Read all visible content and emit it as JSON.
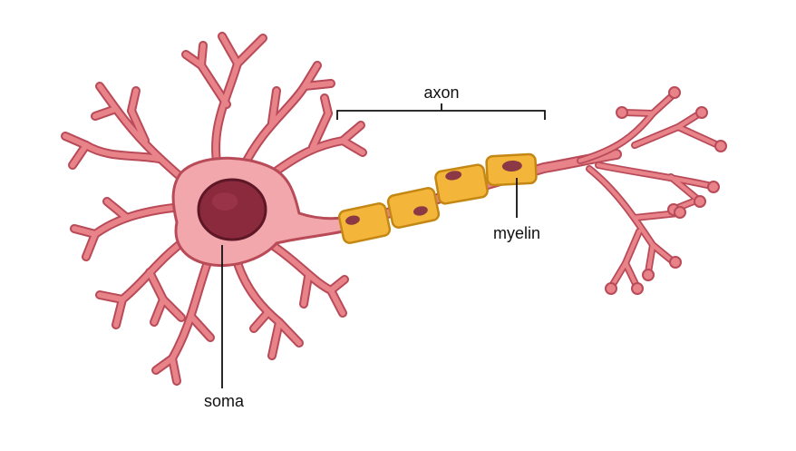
{
  "labels": {
    "axon": "axon",
    "myelin": "myelin",
    "soma": "soma"
  },
  "colors": {
    "cell_fill": "#e8838a",
    "cell_stroke": "#b94a58",
    "soma_fill": "#f1a7ab",
    "nucleus_fill": "#8a2a3c",
    "nucleus_stroke": "#5e1726",
    "myelin_fill": "#f4b63a",
    "myelin_stroke": "#c48714",
    "myelin_nucleus": "#8b3a45",
    "line": "#111111"
  }
}
